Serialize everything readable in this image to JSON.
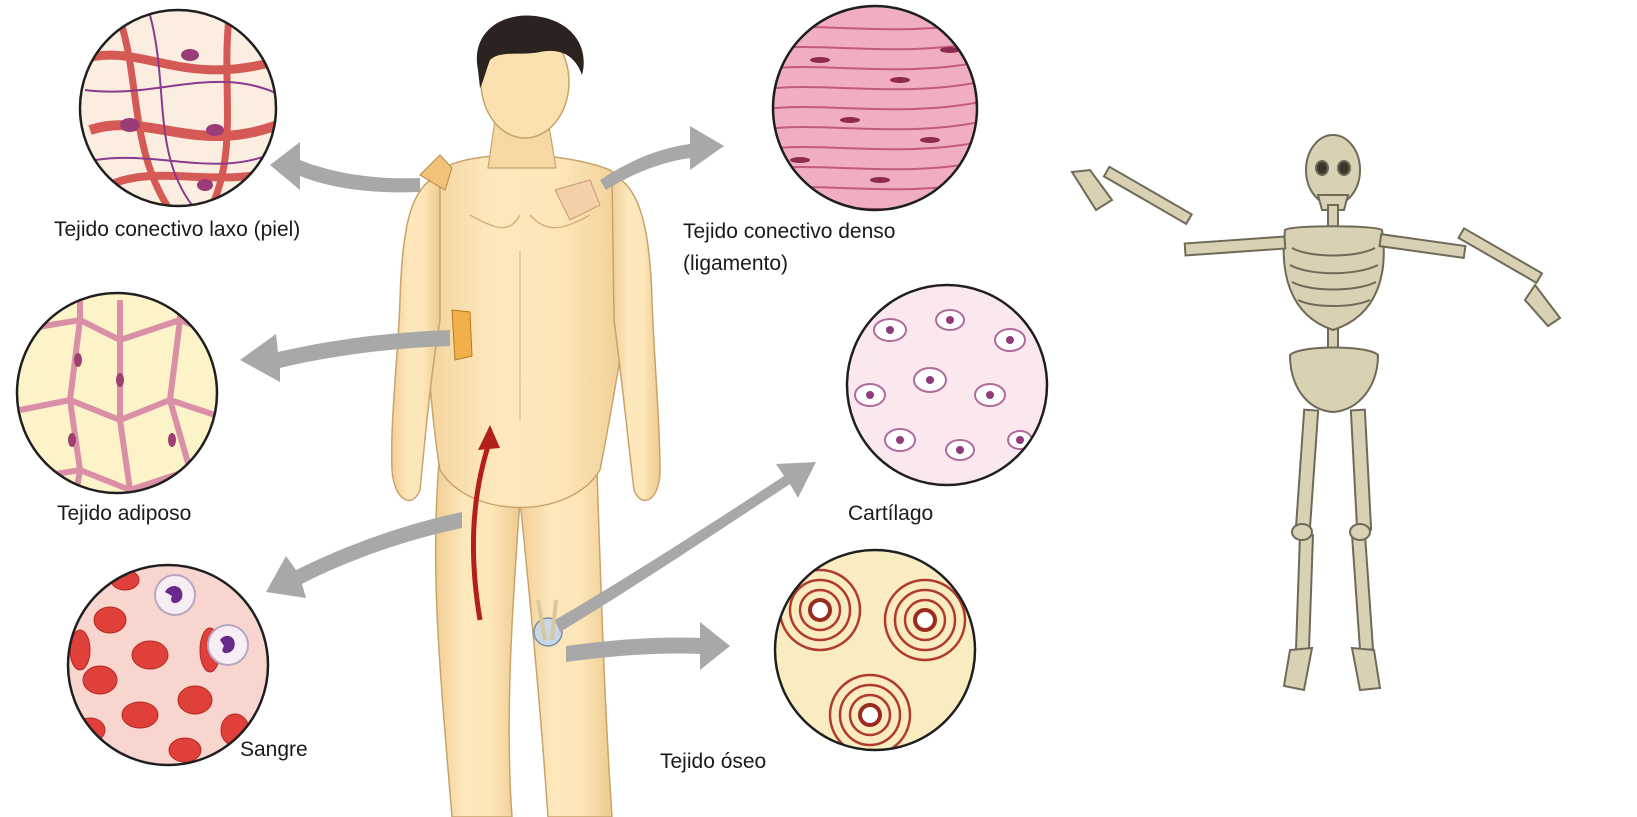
{
  "labels": {
    "laxo": "Tejido conectivo laxo (piel)",
    "denso_1": "Tejido conectivo denso",
    "denso_2": "(ligamento)",
    "adiposo": "Tejido adiposo",
    "cartilago": "Cartílago",
    "sangre": "Sangre",
    "oseo": "Tejido óseo"
  },
  "colors": {
    "skin": "#fbe3b4",
    "skin_shadow": "#e9c68e",
    "hair": "#2a2320",
    "arrow": "#a8a8a8",
    "blood_arrow": "#b3201a",
    "laxo_bg": "#fbeee0",
    "denso_bg": "#f0aec0",
    "adipose_bg": "#fdf3c9",
    "adipose_wall": "#d98fa6",
    "cartilage_bg": "#fbe8ef",
    "blood_bg": "#f8d6cf",
    "rbc": "#e0403a",
    "bone_bg": "#f8ecc0",
    "bone_ring": "#b03a2e",
    "skeleton_bone": "#d9d1b3",
    "skeleton_shadow": "#6f6a58"
  }
}
